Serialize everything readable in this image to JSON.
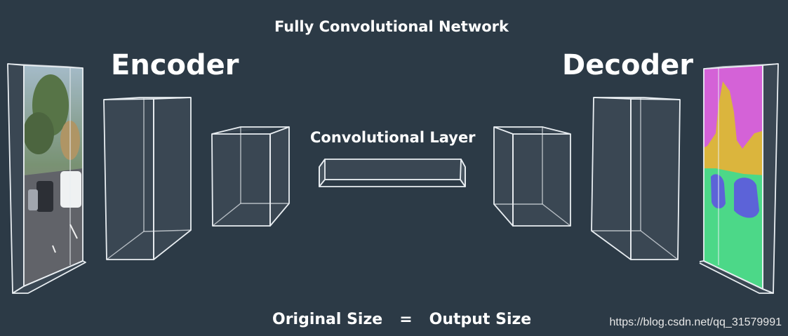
{
  "title": "Fully Convolutional Network",
  "labels": {
    "encoder": "Encoder",
    "decoder": "Decoder",
    "middle": "Convolutional Layer",
    "bottom_left": "Original Size",
    "bottom_eq": "=",
    "bottom_right": "Output Size"
  },
  "watermark": "https://blog.csdn.net/qq_31579991",
  "colors": {
    "background": "#2c3a46",
    "segment_magenta": "#d157d4",
    "segment_yellow": "#d9b02f",
    "segment_green": "#3fd67f",
    "segment_blue": "#5058d6"
  }
}
